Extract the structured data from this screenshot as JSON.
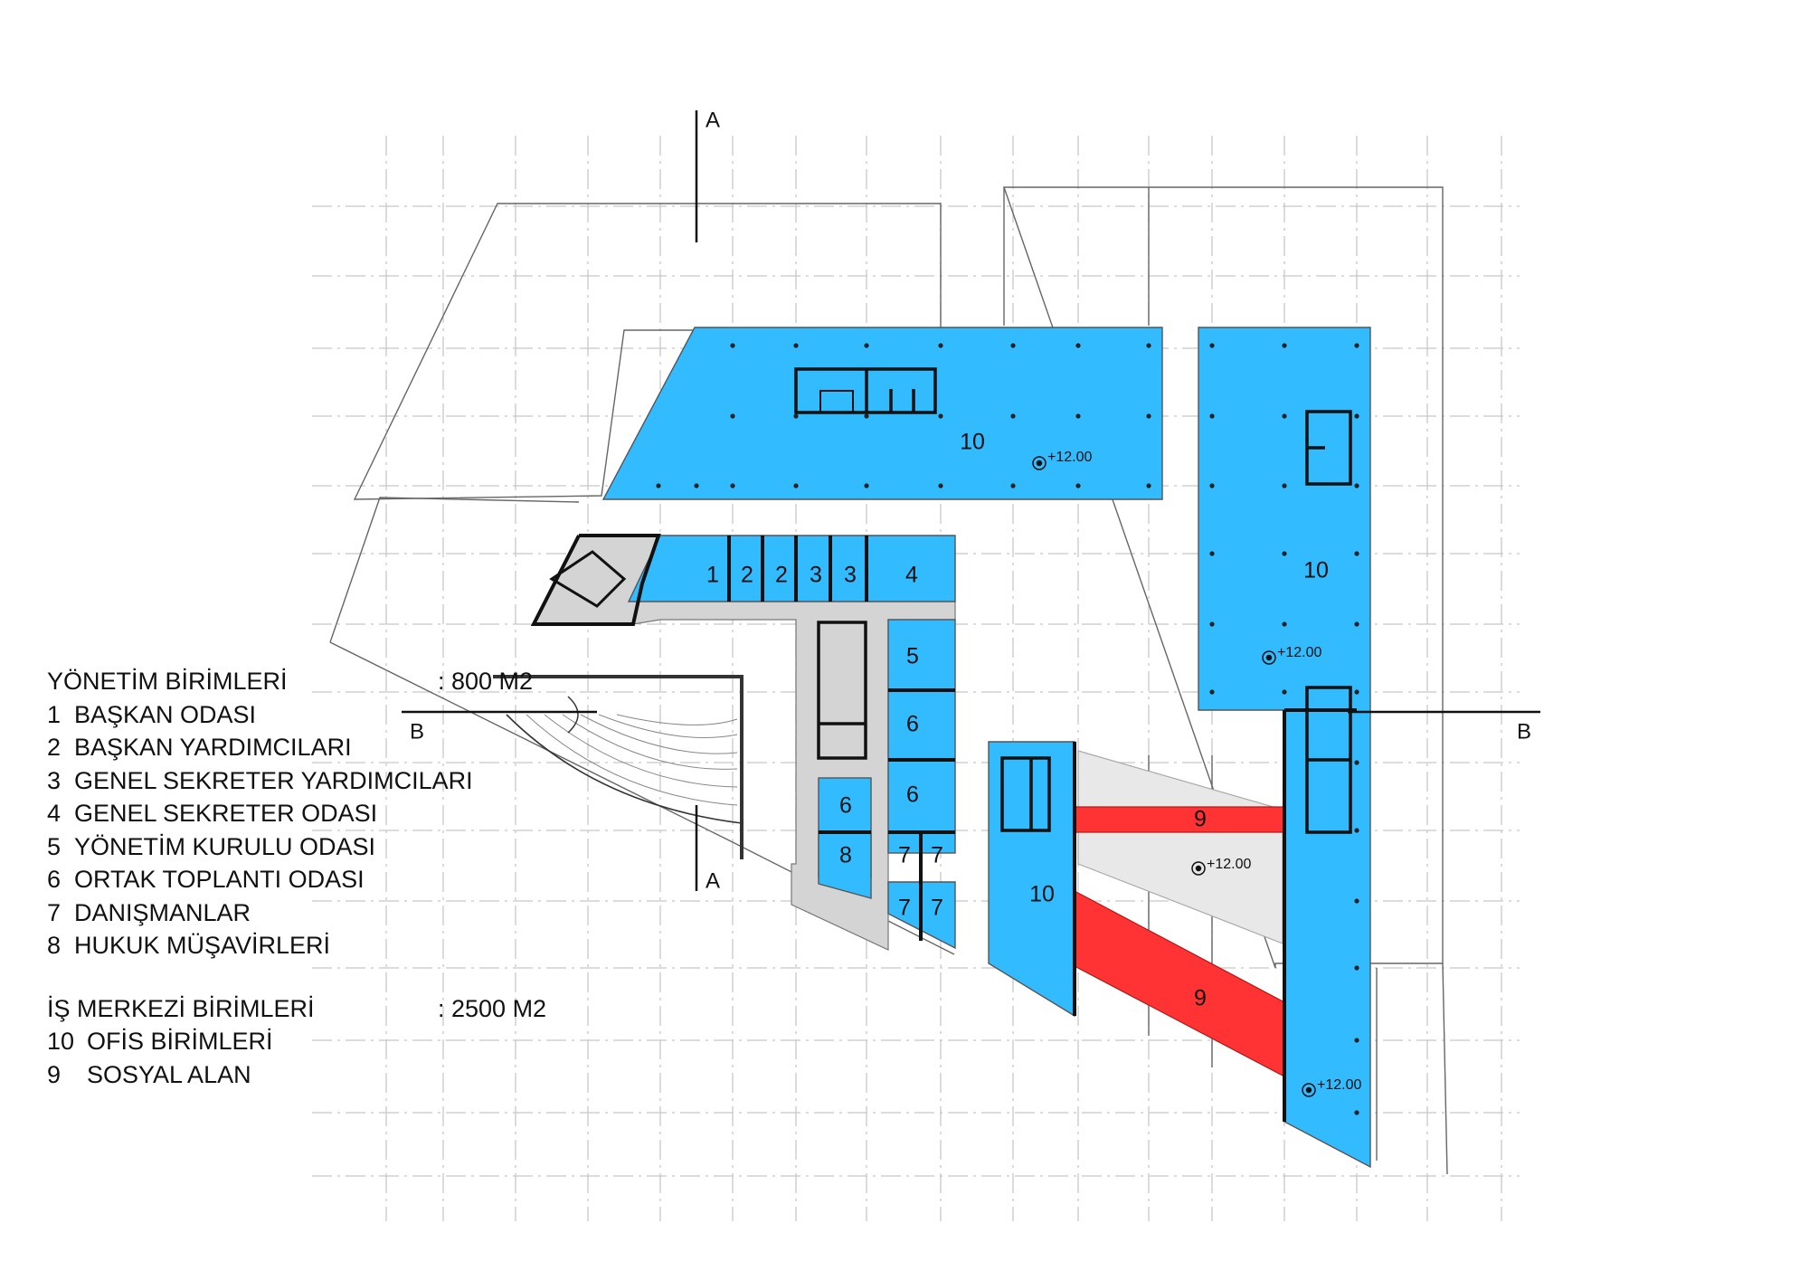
{
  "colors": {
    "office_blue": "#33bbff",
    "social_red": "#ff3333",
    "circulation_gray": "#d4d4d4",
    "grid_gray": "#c8c8c8",
    "outline": "#555555"
  },
  "section_marks": {
    "a_top": "A",
    "a_bottom": "A",
    "b_left": "B",
    "b_right": "B"
  },
  "levels": {
    "north_block": "+12.00",
    "east_block": "+12.00",
    "bridge": "+12.00",
    "southeast": "+12.00"
  },
  "rooms": {
    "office_north": "10",
    "office_east": "10",
    "office_south": "10",
    "social_upper": "9",
    "social_lower": "9",
    "r1": "1",
    "r2a": "2",
    "r2b": "2",
    "r3a": "3",
    "r3b": "3",
    "r4": "4",
    "r5": "5",
    "r6a": "6",
    "r6b": "6",
    "r6c": "6",
    "r8": "8",
    "r7a": "7",
    "r7b": "7",
    "r7c": "7",
    "r7d": "7"
  },
  "legend": {
    "management": {
      "title": "YÖNETİM BİRİMLERİ",
      "area": ": 800 M2",
      "items": [
        {
          "num": "1",
          "label": "BAŞKAN ODASI"
        },
        {
          "num": "2",
          "label": "BAŞKAN YARDIMCILARI"
        },
        {
          "num": "3",
          "label": "GENEL SEKRETER YARDIMCILARI"
        },
        {
          "num": "4",
          "label": "GENEL SEKRETER ODASI"
        },
        {
          "num": "5",
          "label": "YÖNETİM KURULU ODASI"
        },
        {
          "num": "6",
          "label": "ORTAK TOPLANTI ODASI"
        },
        {
          "num": "7",
          "label": "DANIŞMANLAR"
        },
        {
          "num": "8",
          "label": "HUKUK MÜŞAVİRLERİ"
        }
      ]
    },
    "business": {
      "title": "İŞ MERKEZİ BİRİMLERİ",
      "area": ": 2500 M2",
      "items": [
        {
          "num": "10",
          "label": "OFİS BİRİMLERİ"
        },
        {
          "num": "9",
          "label": "SOSYAL ALAN"
        }
      ]
    }
  }
}
